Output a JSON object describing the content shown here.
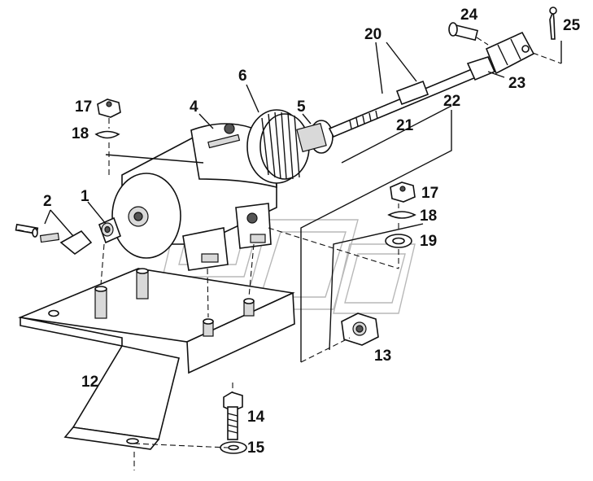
{
  "callouts": {
    "c1": "1",
    "c2": "2",
    "c4": "4",
    "c5": "5",
    "c6": "6",
    "c12": "12",
    "c13": "13",
    "c14": "14",
    "c15": "15",
    "c17a": "17",
    "c17b": "17",
    "c18a": "18",
    "c18b": "18",
    "c19": "19",
    "c20": "20",
    "c21": "21",
    "c22": "22",
    "c23": "23",
    "c24": "24",
    "c25": "25"
  },
  "colors": {
    "line": "#111111",
    "watermark": "#b8b8b8",
    "shade": "#d9d9d9"
  }
}
